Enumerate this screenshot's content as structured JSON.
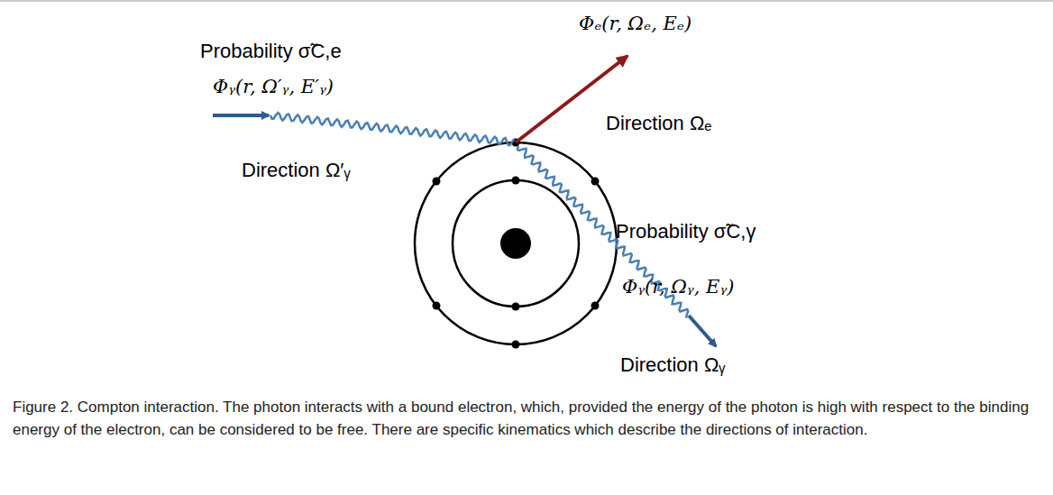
{
  "diagram": {
    "caption": "Figure 2. Compton interaction. The photon interacts with a bound electron, which, provided the energy of the photon is high with respect to the binding energy of the electron, can be considered to be free. There are specific kinematics which describe the directions of interaction.",
    "labels": [
      "Φᵧ(r, Ω′ᵧ, E′ᵧ)",
      "Direction Ω′ᵧ",
      "Probability σ̃C,e",
      "Φₑ(r, Ωₑ, Eₑ)",
      "Direction Ωₑ",
      "Probability σ̃C,γ",
      "Φᵧ(r, Ωᵧ, Eᵧ)",
      "Direction Ωᵧ"
    ]
  }
}
